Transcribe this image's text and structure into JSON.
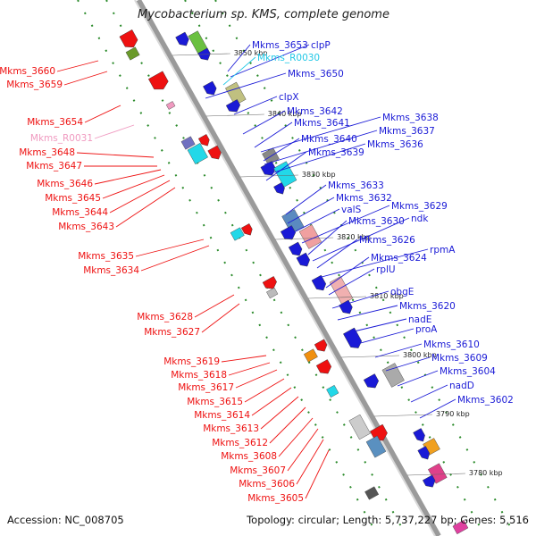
{
  "title": "Mycobacterium sp. KMS, complete genome",
  "accession": "Accession: NC_008705",
  "summary": "Topology: circular; Length: 5,737,227 bp; Genes: 5,516",
  "colors": {
    "backbone": "#9a9a9a",
    "forward_gene": "#1a1ad6",
    "reverse_gene": "#ee1111",
    "rna_gene": "#22c8e6",
    "pseudo_label": "#f09ac0",
    "dotted_track": "#2a8a2a"
  },
  "ticks": [
    "3850 kbp",
    "3840 kbp",
    "3830 kbp",
    "3820 kbp",
    "3810 kbp",
    "3800 kbp",
    "3790 kbp",
    "3780 kbp"
  ],
  "right_labels": [
    {
      "text": "Mkms_3653",
      "color": "#1a1ad6"
    },
    {
      "text": "clpP",
      "color": "#1a1ad6"
    },
    {
      "text": "Mkms_R0030",
      "color": "#22c8e6"
    },
    {
      "text": "Mkms_3650",
      "color": "#1a1ad6"
    },
    {
      "text": "clpX",
      "color": "#1a1ad6"
    },
    {
      "text": "Mkms_3642",
      "color": "#1a1ad6"
    },
    {
      "text": "Mkms_3638",
      "color": "#1a1ad6"
    },
    {
      "text": "Mkms_3641",
      "color": "#1a1ad6"
    },
    {
      "text": "Mkms_3637",
      "color": "#1a1ad6"
    },
    {
      "text": "Mkms_3640",
      "color": "#1a1ad6"
    },
    {
      "text": "Mkms_3636",
      "color": "#1a1ad6"
    },
    {
      "text": "Mkms_3639",
      "color": "#1a1ad6"
    },
    {
      "text": "Mkms_3633",
      "color": "#1a1ad6"
    },
    {
      "text": "Mkms_3632",
      "color": "#1a1ad6"
    },
    {
      "text": "valS",
      "color": "#1a1ad6"
    },
    {
      "text": "Mkms_3629",
      "color": "#1a1ad6"
    },
    {
      "text": "Mkms_3630",
      "color": "#1a1ad6"
    },
    {
      "text": "ndk",
      "color": "#1a1ad6"
    },
    {
      "text": "Mkms_3626",
      "color": "#1a1ad6"
    },
    {
      "text": "rpmA",
      "color": "#1a1ad6"
    },
    {
      "text": "Mkms_3624",
      "color": "#1a1ad6"
    },
    {
      "text": "rplU",
      "color": "#1a1ad6"
    },
    {
      "text": "obgE",
      "color": "#1a1ad6"
    },
    {
      "text": "Mkms_3620",
      "color": "#1a1ad6"
    },
    {
      "text": "nadE",
      "color": "#1a1ad6"
    },
    {
      "text": "proA",
      "color": "#1a1ad6"
    },
    {
      "text": "Mkms_3610",
      "color": "#1a1ad6"
    },
    {
      "text": "Mkms_3609",
      "color": "#1a1ad6"
    },
    {
      "text": "Mkms_3604",
      "color": "#1a1ad6"
    },
    {
      "text": "nadD",
      "color": "#1a1ad6"
    },
    {
      "text": "Mkms_3602",
      "color": "#1a1ad6"
    }
  ],
  "left_labels": [
    {
      "text": "Mkms_3660",
      "color": "#ee1111"
    },
    {
      "text": "Mkms_3659",
      "color": "#ee1111"
    },
    {
      "text": "Mkms_3654",
      "color": "#ee1111"
    },
    {
      "text": "Mkms_R0031",
      "color": "#f09ac0"
    },
    {
      "text": "Mkms_3648",
      "color": "#ee1111"
    },
    {
      "text": "Mkms_3647",
      "color": "#ee1111"
    },
    {
      "text": "Mkms_3646",
      "color": "#ee1111"
    },
    {
      "text": "Mkms_3645",
      "color": "#ee1111"
    },
    {
      "text": "Mkms_3644",
      "color": "#ee1111"
    },
    {
      "text": "Mkms_3643",
      "color": "#ee1111"
    },
    {
      "text": "Mkms_3635",
      "color": "#ee1111"
    },
    {
      "text": "Mkms_3634",
      "color": "#ee1111"
    },
    {
      "text": "Mkms_3628",
      "color": "#ee1111"
    },
    {
      "text": "Mkms_3627",
      "color": "#ee1111"
    },
    {
      "text": "Mkms_3619",
      "color": "#ee1111"
    },
    {
      "text": "Mkms_3618",
      "color": "#ee1111"
    },
    {
      "text": "Mkms_3617",
      "color": "#ee1111"
    },
    {
      "text": "Mkms_3615",
      "color": "#ee1111"
    },
    {
      "text": "Mkms_3614",
      "color": "#ee1111"
    },
    {
      "text": "Mkms_3613",
      "color": "#ee1111"
    },
    {
      "text": "Mkms_3612",
      "color": "#ee1111"
    },
    {
      "text": "Mkms_3608",
      "color": "#ee1111"
    },
    {
      "text": "Mkms_3607",
      "color": "#ee1111"
    },
    {
      "text": "Mkms_3606",
      "color": "#ee1111"
    },
    {
      "text": "Mkms_3605",
      "color": "#ee1111"
    }
  ]
}
